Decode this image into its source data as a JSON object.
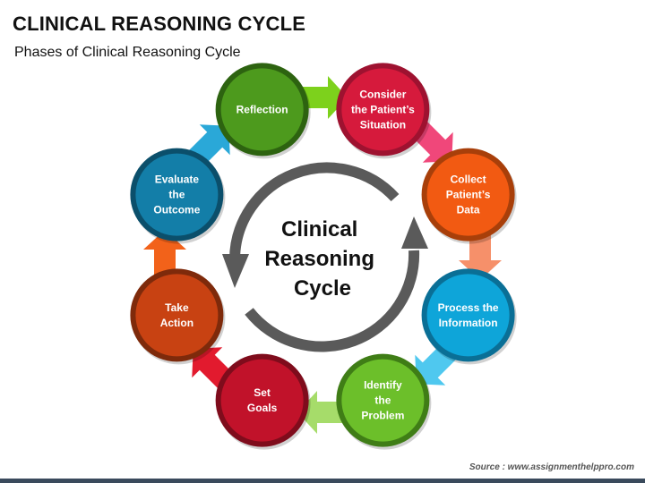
{
  "title": "CLINICAL REASONING CYCLE",
  "subtitle": "Phases of Clinical Reasoning Cycle",
  "center": {
    "lines": [
      "Clinical",
      "Reasoning",
      "Cycle"
    ],
    "arrow_color": "#5a5a5a"
  },
  "phases": [
    {
      "lines": [
        "Consider",
        "the Patient’s",
        "Situation"
      ],
      "color": "#d61a3c",
      "ring": "#9e1230",
      "arrow_color": "#f0477a"
    },
    {
      "lines": [
        "Collect",
        "Patient’s",
        "Data"
      ],
      "color": "#f25a12",
      "ring": "#a83f0a",
      "arrow_color": "#f6906a"
    },
    {
      "lines": [
        "Process the",
        "Information"
      ],
      "color": "#0ea5d9",
      "ring": "#0a6f96",
      "arrow_color": "#4fc8ef"
    },
    {
      "lines": [
        "Identify",
        "the",
        "Problem"
      ],
      "color": "#6cbf2a",
      "ring": "#3f7d16",
      "arrow_color": "#a6dc6a"
    },
    {
      "lines": [
        "Set",
        "Goals"
      ],
      "color": "#c1122a",
      "ring": "#7f0c1c",
      "arrow_color": "#e21a2e"
    },
    {
      "lines": [
        "Take",
        "Action"
      ],
      "color": "#c84212",
      "ring": "#7e2a0b",
      "arrow_color": "#f2621a"
    },
    {
      "lines": [
        "Evaluate",
        "the",
        "Outcome"
      ],
      "color": "#137ea8",
      "ring": "#0b4f6b",
      "arrow_color": "#2aa8d8"
    },
    {
      "lines": [
        "Reflection"
      ],
      "color": "#4d9a1d",
      "ring": "#2d6310",
      "arrow_color": "#7dd11c"
    }
  ],
  "source": "Source : www.assignmenthelppro.com"
}
